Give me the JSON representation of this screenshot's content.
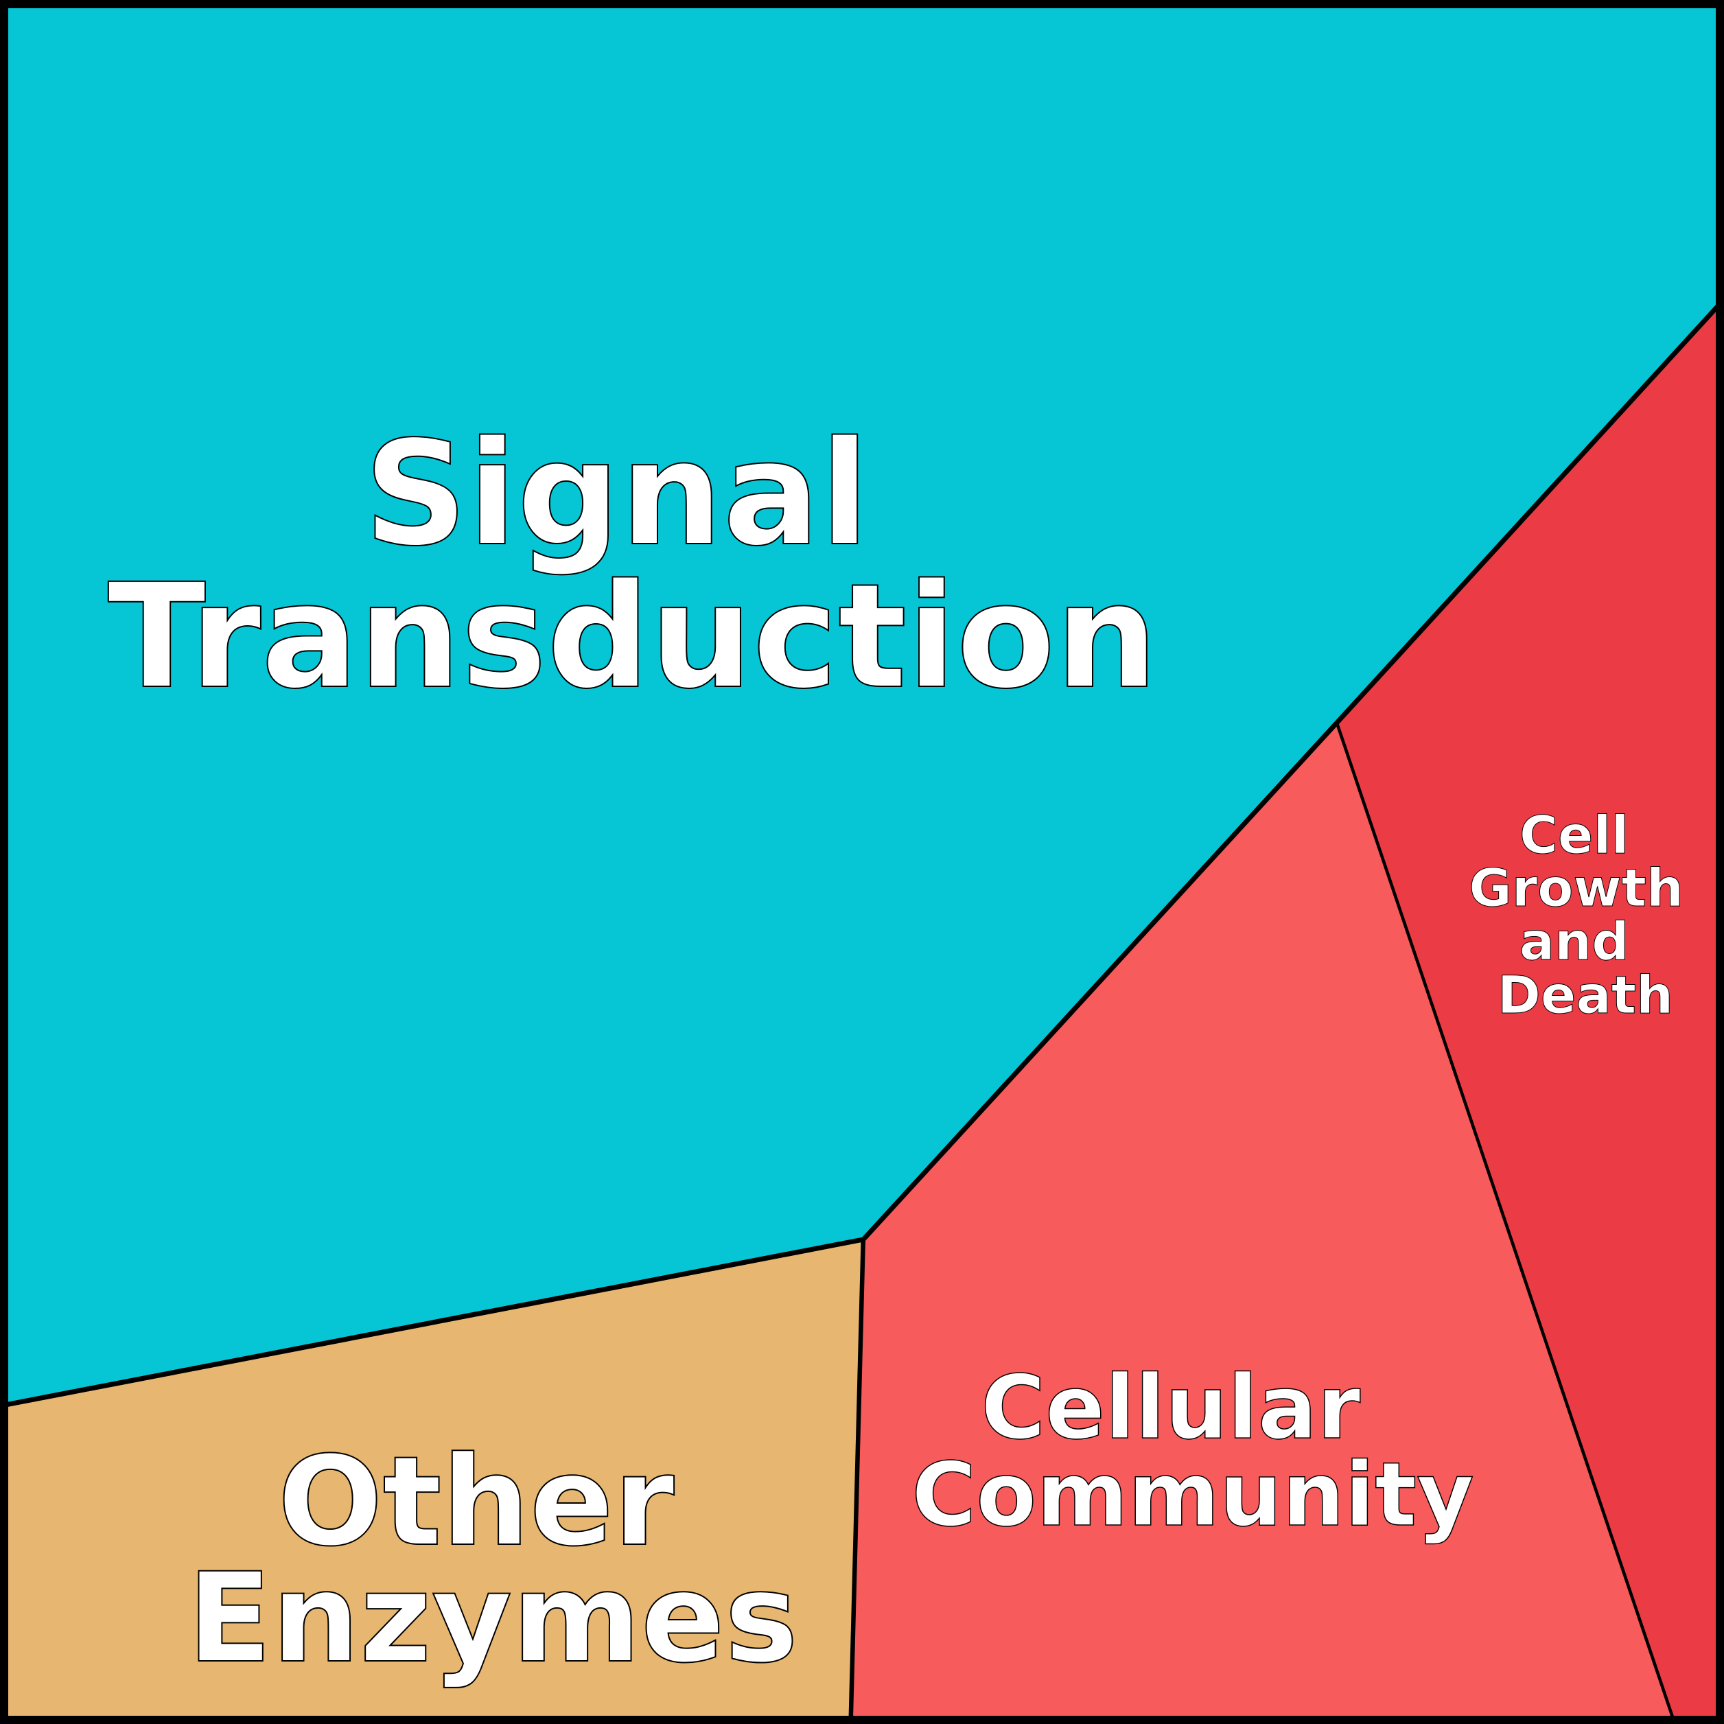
{
  "diagram": {
    "type": "voronoi-treemap",
    "border_color": "#000000",
    "cells": [
      {
        "id": "signal-transduction",
        "lines": [
          "Signal",
          "Transduction"
        ],
        "fill": "#06C5D5"
      },
      {
        "id": "other-enzymes",
        "lines": [
          "Other",
          "Enzymes"
        ],
        "fill": "#E7B771"
      },
      {
        "id": "cellular-community",
        "lines": [
          "Cellular",
          "Community"
        ],
        "fill": "#F75B5B"
      },
      {
        "id": "cell-growth-and-death",
        "lines": [
          "Cell",
          "Growth",
          "and",
          "Death"
        ],
        "fill": "#EB3C45"
      }
    ]
  }
}
